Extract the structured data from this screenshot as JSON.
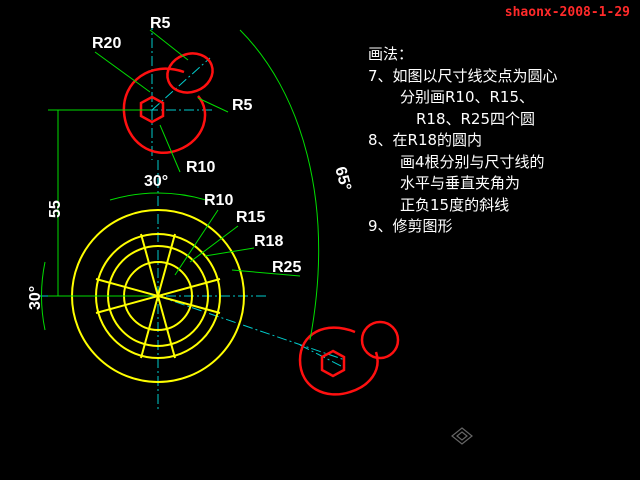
{
  "author": "shaonx-2008-1-29",
  "colors": {
    "outline": "#ff1010",
    "circles": "#ffff00",
    "dimension": "#00dd00",
    "center": "#00cccc",
    "text": "#ffffff"
  },
  "dims": {
    "top_r20": "R20",
    "top_r5_a": "R5",
    "top_r5_b": "R5",
    "top_r10": "R10",
    "vertical_55": "55",
    "angle_65": "65°",
    "angle_30_top": "30°",
    "angle_30_left": "30°",
    "r10": "R10",
    "r15": "R15",
    "r18": "R18",
    "r25": "R25"
  },
  "notes": [
    "画法：",
    "7、如图以尺寸线交点为圆心",
    "    分别画R10、R15、",
    "      R18、R25四个圆",
    "8、在R18的圆内",
    "    画4根分别与尺寸线的",
    "    水平与垂直夹角为",
    "    正负15度的斜线",
    "9、修剪图形"
  ],
  "icons": {
    "ucs": "ucs-icon"
  }
}
